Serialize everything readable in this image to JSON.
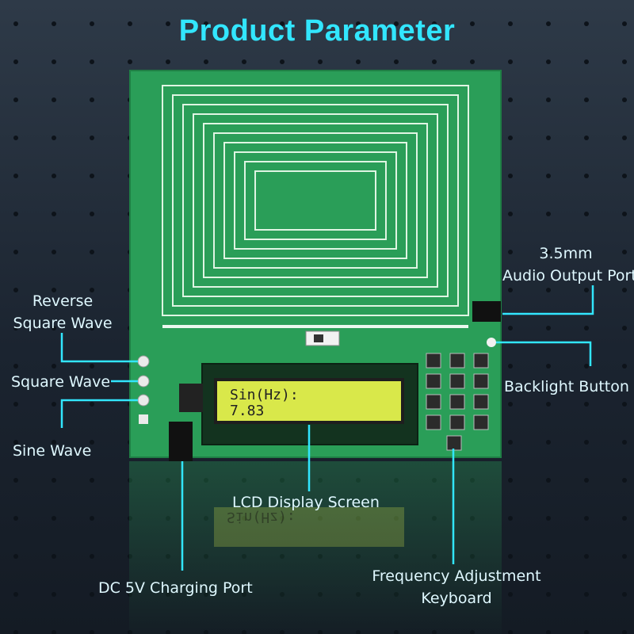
{
  "title": "Product Parameter",
  "colors": {
    "accent": "#32e6ff",
    "label": "#dff8ff",
    "pcb": "#2a9e58",
    "lcd": "#d9e84a"
  },
  "callouts": {
    "audio_port": [
      "3.5mm",
      "Audio Output Port"
    ],
    "reverse_square": [
      "Reverse",
      "Square Wave"
    ],
    "square_wave": "Square Wave",
    "sine_wave": "Sine Wave",
    "backlight": "Backlight Button",
    "lcd_screen": "LCD Display Screen",
    "dc_port": "DC 5V Charging Port",
    "keyboard": [
      "Frequency Adjustment",
      "Keyboard"
    ]
  },
  "lcd": {
    "line1": "Sin(Hz):",
    "line2": "7.83"
  }
}
